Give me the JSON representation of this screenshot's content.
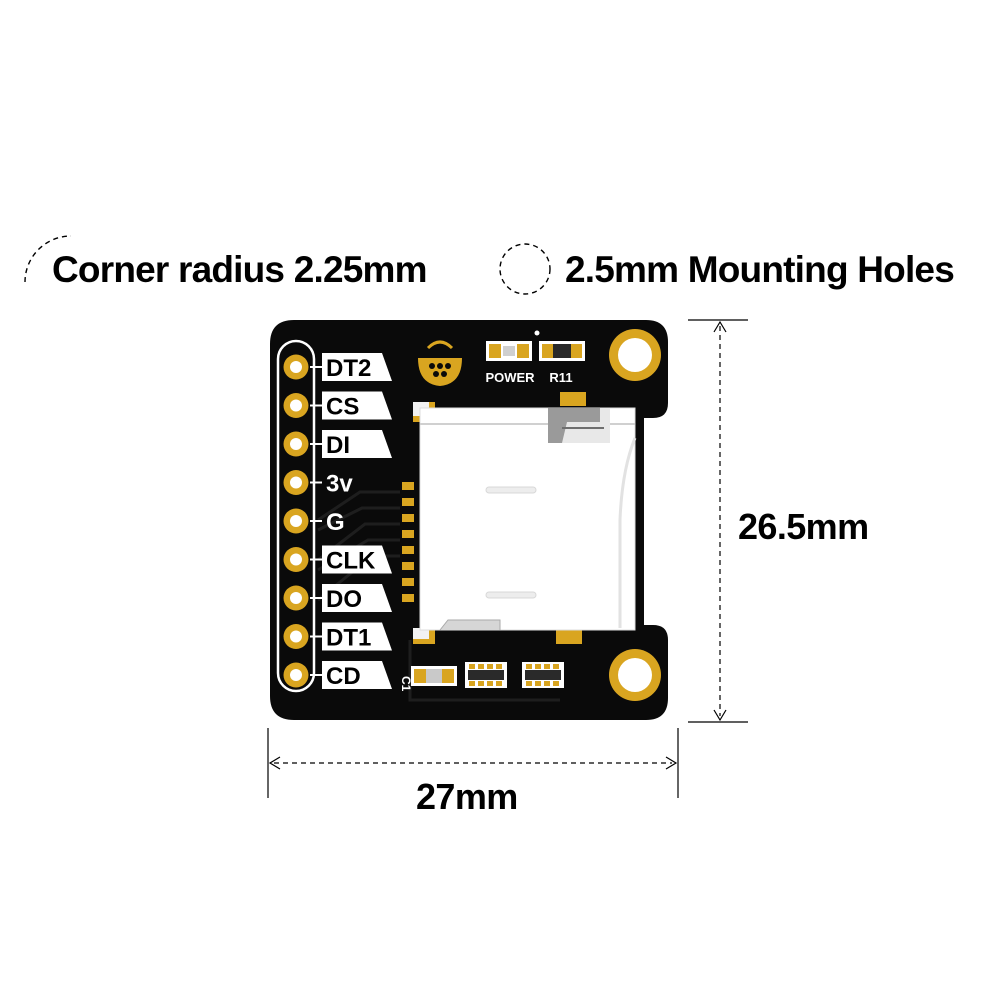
{
  "legend": {
    "corner_radius": "Corner radius 2.25mm",
    "mounting_holes": "2.5mm Mounting Holes"
  },
  "dimensions": {
    "height": "26.5mm",
    "width": "27mm"
  },
  "pins": [
    {
      "label": "DT2",
      "tab": true
    },
    {
      "label": "CS",
      "tab": true
    },
    {
      "label": "DI",
      "tab": true
    },
    {
      "label": "3v",
      "tab": false
    },
    {
      "label": "G",
      "tab": false
    },
    {
      "label": "CLK",
      "tab": true
    },
    {
      "label": "DO",
      "tab": true
    },
    {
      "label": "DT1",
      "tab": true
    },
    {
      "label": "CD",
      "tab": true
    }
  ],
  "board_silkscreen": {
    "power": "POWER",
    "r11": "R11",
    "c1": "C1"
  },
  "colors": {
    "pcb": "#0a0a0a",
    "gold": "#d9a520",
    "silkscreen": "#ffffff",
    "dimension_lines": "#000000"
  },
  "icons": {
    "logo": "raspberry-logo-icon"
  }
}
